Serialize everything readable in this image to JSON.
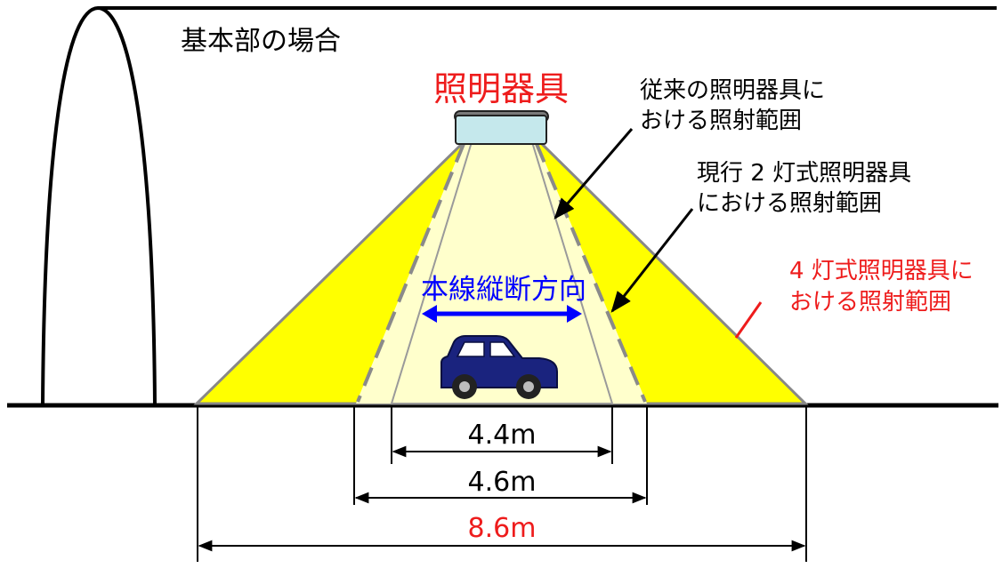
{
  "diagram": {
    "subtitle": "基本部の場合",
    "fixture_label": "照明器具",
    "conventional_label": [
      "従来の照明器具に",
      "おける照射範囲"
    ],
    "current_label": [
      "現行 2 灯式照明器具",
      "における照射範囲"
    ],
    "four_lamp_label": [
      "4 灯式照明器具に",
      "おける照射範囲"
    ],
    "direction_label": "本線縦断方向",
    "dim_conventional": "4.4m",
    "dim_current": "4.6m",
    "dim_four_lamp": "8.6m"
  },
  "colors": {
    "red": "#ee1c1c",
    "blue": "#0000ff",
    "yellow": "#ffff00",
    "pale_yellow": "#ffffcc",
    "fixture_glass": "#c5e8ec",
    "car_body": "#1a237e"
  },
  "icons": [
    "car-icon",
    "light-fixture-icon",
    "double-arrow-icon"
  ]
}
